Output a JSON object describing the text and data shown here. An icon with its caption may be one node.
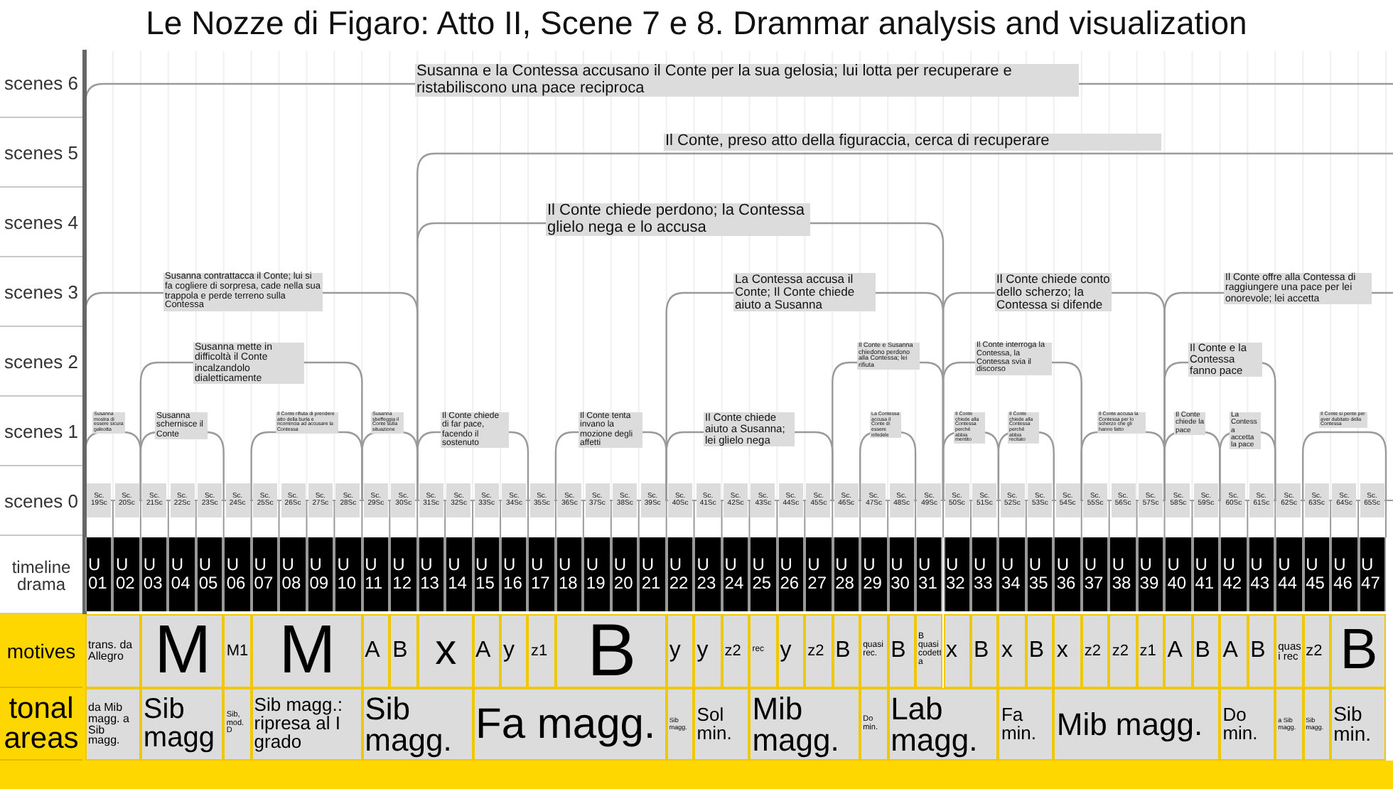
{
  "diagram": {
    "title": "Le Nozze di Figaro: Atto II, Scene 7 e 8. Drammar analysis and visualization",
    "nodes": [
      {
        "text": [
          "Susanna e la Contessa accusano il Conte per la sua gelosia; lui lotta per recuperare e ristabiliscono una pace reciproca"
        ]
      },
      {
        "text": [
          "Il Conte, preso atto della figuraccia, cerca di recuperare"
        ]
      },
      {
        "text": [
          "Il Conte chiede perdono; la Contessa glielo nega e lo accusa"
        ]
      },
      {
        "text": [
          "Susanna contrattacca il Conte; lui si fa cogliere di sorpresa, cade nella sua trappola e perde terreno sulla Contessa"
        ]
      },
      {
        "text": [
          "La Contessa accusa il Conte; Il Conte chiede aiuto a Susanna"
        ]
      },
      {
        "text": [
          "Il Conte chiede conto dello scherzo; la Contessa si difende"
        ]
      },
      {
        "text": [
          "Il Conte offre alla Contessa di raggiungere una pace per lei onorevole; lei accetta"
        ]
      },
      {
        "text": [
          "Susanna mette in difficoltà il Conte incalzandolo dialetticamente"
        ]
      },
      {
        "text": [
          "Il Conte e Susanna chiedono perdono alla Contessa; lei rifiuta"
        ]
      },
      {
        "text": [
          "Il Conte interroga la Contessa, la Contessa svia il discorso"
        ]
      },
      {
        "text": [
          "Il Conte e la Contessa fanno pace"
        ]
      },
      {
        "text": [
          "Susanna mostra di essere sicura galeotta"
        ]
      },
      {
        "text": [
          "Susanna schernisce il Conte"
        ]
      },
      {
        "text": [
          "Il Conte rifiuta di prendere atto della burla e ricomincia ad accusare la Contessa"
        ]
      },
      {
        "text": [
          "Susanna sbeffeggia il Conte sulla situazione"
        ]
      },
      {
        "text": [
          "Il Conte chiede di far pace, facendo il sostenuto"
        ]
      },
      {
        "text": [
          "Il Conte tenta invano la mozione degli affetti"
        ]
      },
      {
        "text": [
          "Il Conte chiede aiuto a Susanna; lei glielo nega"
        ]
      },
      {
        "text": [
          "La Contessa accusa il Conte di essere infedele"
        ]
      },
      {
        "text": [
          "Il Conte chiede alla Contessa perché abbia mentito"
        ]
      },
      {
        "text": [
          "Il Conte chiede alla Contessa perché abbia recitato"
        ]
      },
      {
        "text": [
          "Il Conte accusa la Contessa per lo scherzo che gli hanno fatto"
        ]
      },
      {
        "text": [
          "Il Conte chiede la pace"
        ]
      },
      {
        "text": [
          "La Contessa accetta la pace"
        ]
      },
      {
        "text": [
          "Il Conte si pente per aver dubitato della Contessa"
        ]
      },
      {
        "text": [
          "Sc. 19Sc"
        ]
      },
      {
        "text": [
          "Sc. 20Sc"
        ]
      },
      {
        "text": [
          "Sc. 21Sc"
        ]
      },
      {
        "text": [
          "Sc. 22Sc"
        ]
      },
      {
        "text": [
          "Sc. 23Sc"
        ]
      },
      {
        "text": [
          "Sc. 24Sc"
        ]
      },
      {
        "text": [
          "Sc. 25Sc"
        ]
      },
      {
        "text": [
          "Sc. 26Sc"
        ]
      },
      {
        "text": [
          "Sc. 27Sc"
        ]
      },
      {
        "text": [
          "Sc. 28Sc"
        ]
      },
      {
        "text": [
          "Sc. 29Sc"
        ]
      },
      {
        "text": [
          "Sc. 30Sc"
        ]
      },
      {
        "text": [
          "Sc. 31Sc"
        ]
      },
      {
        "text": [
          "Sc. 32Sc"
        ]
      },
      {
        "text": [
          "Sc. 33Sc"
        ]
      },
      {
        "text": [
          "Sc. 34Sc"
        ]
      },
      {
        "text": [
          "Sc. 35Sc"
        ]
      },
      {
        "text": [
          "Sc. 36Sc"
        ]
      },
      {
        "text": [
          "Sc. 37Sc"
        ]
      },
      {
        "text": [
          "Sc. 38Sc"
        ]
      },
      {
        "text": [
          "Sc. 39Sc"
        ]
      },
      {
        "text": [
          "Sc. 40Sc"
        ]
      },
      {
        "text": [
          "Sc. 41Sc"
        ]
      },
      {
        "text": [
          "Sc. 42Sc"
        ]
      },
      {
        "text": [
          "Sc. 43Sc"
        ]
      },
      {
        "text": [
          "Sc. 44Sc"
        ]
      },
      {
        "text": [
          "Sc. 45Sc"
        ]
      },
      {
        "text": [
          "Sc. 46Sc"
        ]
      },
      {
        "text": [
          "Sc. 47Sc"
        ]
      },
      {
        "text": [
          "Sc. 48Sc"
        ]
      },
      {
        "text": [
          "Sc. 49Sc"
        ]
      },
      {
        "text": [
          "Sc. 50Sc"
        ]
      },
      {
        "text": [
          "Sc. 51Sc"
        ]
      },
      {
        "text": [
          "Sc. 52Sc"
        ]
      },
      {
        "text": [
          "Sc. 53Sc"
        ]
      },
      {
        "text": [
          "Sc. 54Sc"
        ]
      },
      {
        "text": [
          "Sc. 55Sc"
        ]
      },
      {
        "text": [
          "Sc. 56Sc"
        ]
      },
      {
        "text": [
          "Sc. 57Sc"
        ]
      },
      {
        "text": [
          "Sc. 58Sc"
        ]
      },
      {
        "text": [
          "Sc. 59Sc"
        ]
      },
      {
        "text": [
          "Sc. 60Sc"
        ]
      },
      {
        "text": [
          "Sc. 61Sc"
        ]
      },
      {
        "text": [
          "Sc. 62Sc"
        ]
      },
      {
        "text": [
          "Sc. 63Sc"
        ]
      },
      {
        "text": [
          "Sc. 64Sc"
        ]
      },
      {
        "text": [
          "Sc. 65Sc"
        ]
      }
    ],
    "labels": [
      "scenes 6",
      "scenes 5",
      "scenes 4",
      "scenes 3",
      "scenes 2",
      "scenes 1",
      "scenes 0",
      "timeline drama",
      "U 01",
      "U 02",
      "U 03",
      "U 04",
      "U 05",
      "U 06",
      "U 07",
      "U 08",
      "U 09",
      "U 10",
      "U 11",
      "U 12",
      "U 13",
      "U 14",
      "U 15",
      "U 16",
      "U 17",
      "U 18",
      "U 19",
      "U 20",
      "U 21",
      "U 22",
      "U 23",
      "U 24",
      "U 25",
      "U 26",
      "U 27",
      "U 28",
      "U 29",
      "U 30",
      "U 31",
      "U 32",
      "U 33",
      "U 34",
      "U 35",
      "U 36",
      "U 37",
      "U 38",
      "U 39",
      "U 40",
      "U 41",
      "U 42",
      "U 43",
      "U 44",
      "U 45",
      "U 46",
      "U 47",
      "motives",
      "trans. da Allegro",
      "M",
      "M1",
      "M",
      "A",
      "B",
      "x",
      "A",
      "y",
      "z1",
      "B",
      "y",
      "y",
      "z2",
      "rec",
      "y",
      "z2",
      "B",
      "quasi rec.",
      "B",
      "B quasi codetta",
      "x",
      "B",
      "x",
      "B",
      "x",
      "z2",
      "z2",
      "z1",
      "A",
      "B",
      "A",
      "B",
      "quasi rec",
      "z2",
      "B",
      "tonal areas",
      "da Mib magg. a Sib magg.",
      "Sib magg",
      "Sib, mod. D",
      "Sib magg.: ripresa al I grado",
      "Sib magg.",
      "Fa magg.",
      "Sib magg.",
      "Sol min.",
      "Mib magg.",
      "Do min.",
      "Lab magg.",
      "Fa min.",
      "Mib magg.",
      "Do min.",
      "a Sib magg.",
      "Sib magg.",
      "Sib min."
    ]
  }
}
